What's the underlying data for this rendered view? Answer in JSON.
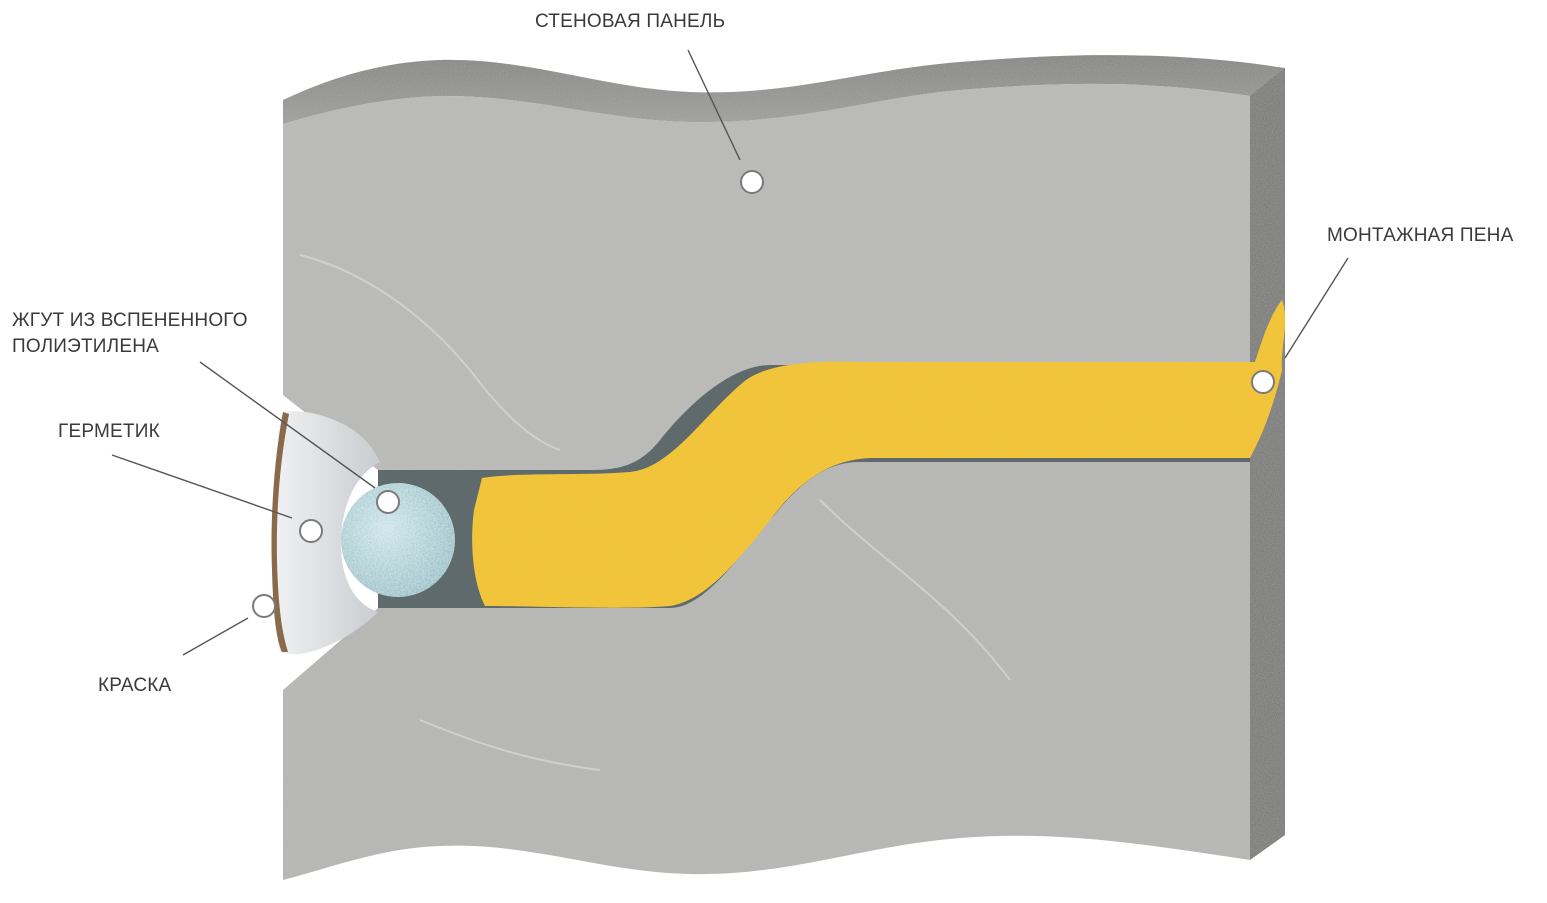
{
  "labels": {
    "wall_panel": "СТЕНОВАЯ ПАНЕЛЬ",
    "mounting_foam": "МОНТАЖНАЯ ПЕНА",
    "foam_rod_line1": "ЖГУТ ИЗ ВСПЕНЕННОГО",
    "foam_rod_line2": "ПОЛИЭТИЛЕНА",
    "sealant": "ГЕРМЕТИК",
    "paint": "КРАСКА"
  },
  "colors": {
    "concrete_face": "#bdbdbb",
    "concrete_top": "#8e8e8c",
    "concrete_side": "#727270",
    "foam": "#f2c43a",
    "foam_highlight": "#f8d966",
    "rod": "#a9cfd6",
    "sealant": "#e3e5e7",
    "paint": "#8a6a4a",
    "leader_line": "#555555",
    "marker_fill": "#ffffff"
  }
}
